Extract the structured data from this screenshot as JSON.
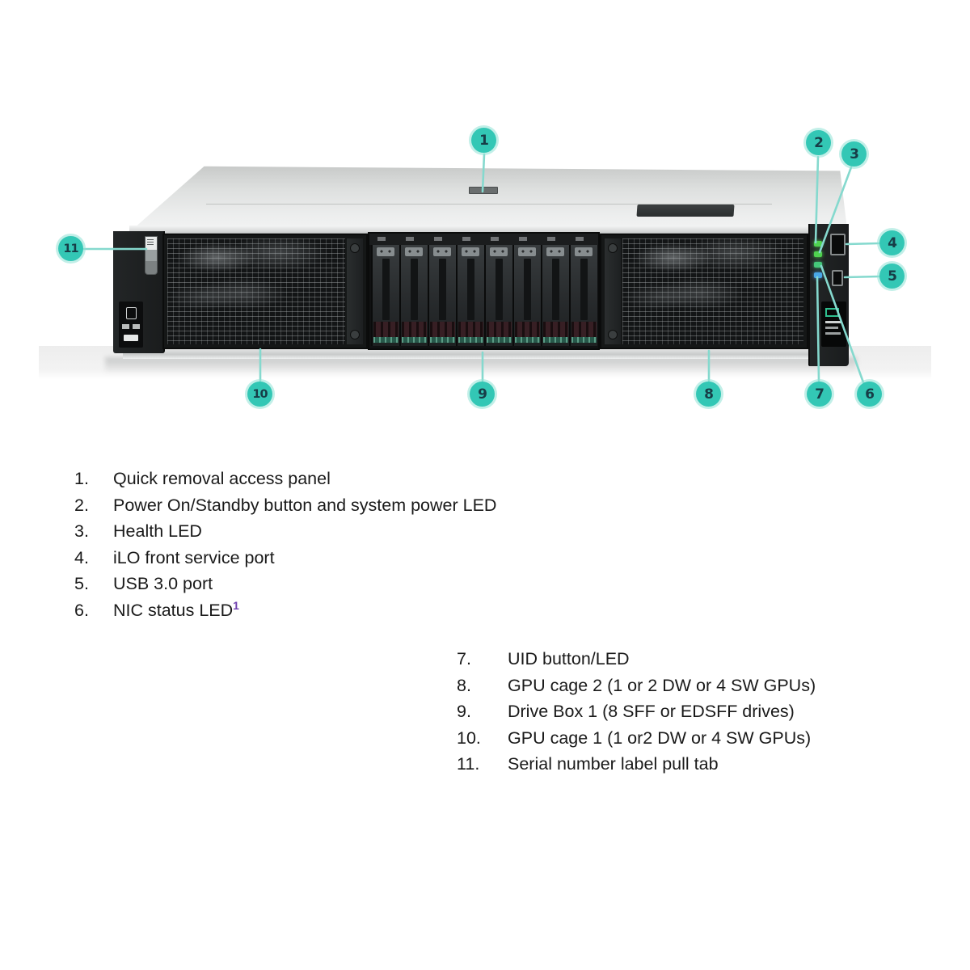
{
  "figure": {
    "callouts": [
      {
        "n": "1"
      },
      {
        "n": "2"
      },
      {
        "n": "3"
      },
      {
        "n": "4"
      },
      {
        "n": "5"
      },
      {
        "n": "6"
      },
      {
        "n": "7"
      },
      {
        "n": "8"
      },
      {
        "n": "9"
      },
      {
        "n": "10"
      },
      {
        "n": "11"
      }
    ],
    "leds": [
      {
        "name": "system-power-led",
        "color": "#4fd24f"
      },
      {
        "name": "health-led",
        "color": "#4fd24f"
      },
      {
        "name": "nic-status-led",
        "color": "#45c97a"
      },
      {
        "name": "uid-led",
        "color": "#49a8e8"
      }
    ]
  },
  "legend_left": {
    "items": [
      {
        "num": "1.",
        "text": "Quick removal access panel"
      },
      {
        "num": "2.",
        "text": "Power On/Standby button and system power LED"
      },
      {
        "num": "3.",
        "text": "Health LED"
      },
      {
        "num": "4.",
        "text": "iLO front service port"
      },
      {
        "num": "5.",
        "text": "USB 3.0 port"
      },
      {
        "num": "6.",
        "text": "NIC status LED",
        "sup": "1"
      }
    ]
  },
  "legend_right": {
    "items": [
      {
        "num": "7.",
        "text": "UID button/LED"
      },
      {
        "num": "8.",
        "text": "GPU cage 2 (1 or 2 DW or 4 SW GPUs)"
      },
      {
        "num": "9.",
        "text": "Drive Box 1 (8 SFF or EDSFF drives)"
      },
      {
        "num": "10.",
        "text": "GPU cage 1 (1 or2 DW or 4 SW GPUs)"
      },
      {
        "num": "11.",
        "text": "Serial number label pull tab"
      }
    ]
  },
  "colors": {
    "callout_background": "#33c7b5",
    "callout_number": "#173d47",
    "leader_line": "#85d9ce",
    "body_text": "#1a1a1a",
    "footnote_superscript": "#7040b0",
    "chassis_dark": "#1a1c1d",
    "lid_gray": "#e4e6e6",
    "drive_backplane_maroon": "#371f24",
    "drive_connector_green": "#27584a"
  }
}
